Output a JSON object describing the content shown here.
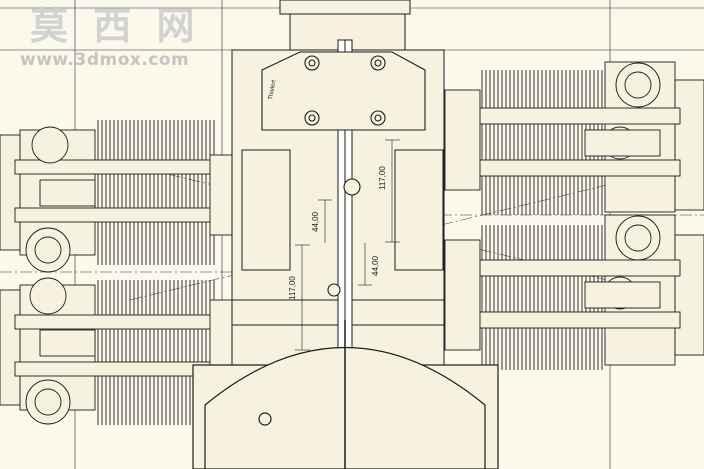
{
  "watermark": {
    "title": "莫 西 网",
    "url": "www.3dmox.com"
  },
  "dimensions": {
    "upper_outer": "117,00",
    "lower_outer": "117,00",
    "upper_inner": "44,00",
    "lower_inner": "44,00"
  },
  "engine_plate_note": "Thielert",
  "colors": {
    "paper": "#fbf8ec",
    "line": "#1c1c1c",
    "part_fill": "#f6f2df",
    "center_line": "#333333"
  }
}
